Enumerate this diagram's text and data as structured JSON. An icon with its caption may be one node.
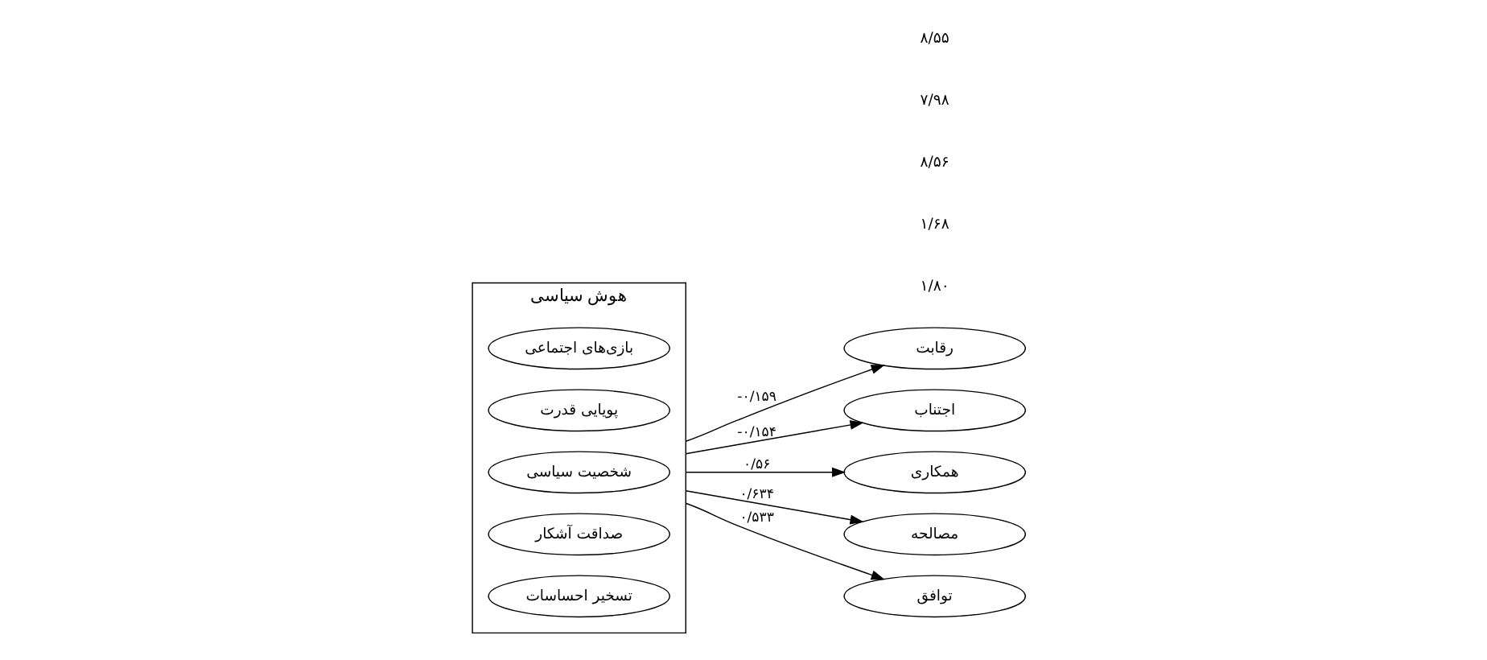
{
  "diagram": {
    "nodes": [
      {
        "text": [
          "هوش سیاسی"
        ]
      },
      {
        "text": [
          "بازی‌های اجتماعی"
        ],
        "in": 0
      },
      {
        "text": [
          "پویایی قدرت"
        ],
        "in": 0
      },
      {
        "text": [
          "شخصیت سیاسی"
        ],
        "in": 0
      },
      {
        "text": [
          "صداقت آشکار"
        ],
        "in": 0
      },
      {
        "text": [
          "تسخیر احساسات"
        ],
        "in": 0
      },
      {
        "text": [
          "رقابت"
        ]
      },
      {
        "text": [
          "اجتناب"
        ]
      },
      {
        "text": [
          "همکاری"
        ]
      },
      {
        "text": [
          "مصالحه"
        ]
      },
      {
        "text": [
          "توافق"
        ]
      }
    ],
    "edges": [
      {
        "from": 0,
        "to": 6,
        "arrow": "to",
        "label": "-۰/۱۵۹"
      },
      {
        "from": 0,
        "to": 7,
        "arrow": "to",
        "label": "-۰/۱۵۴"
      },
      {
        "from": 0,
        "to": 8,
        "arrow": "to",
        "label": "۰/۵۶"
      },
      {
        "from": 0,
        "to": 9,
        "arrow": "to",
        "label": "۰/۶۳۴"
      },
      {
        "from": 0,
        "to": 10,
        "arrow": "to",
        "label": "۰/۵۳۳"
      }
    ],
    "labels": [
      "۱/۸۰",
      "۱/۶۸",
      "۸/۵۶",
      "۷/۹۸",
      "۸/۵۵"
    ]
  }
}
